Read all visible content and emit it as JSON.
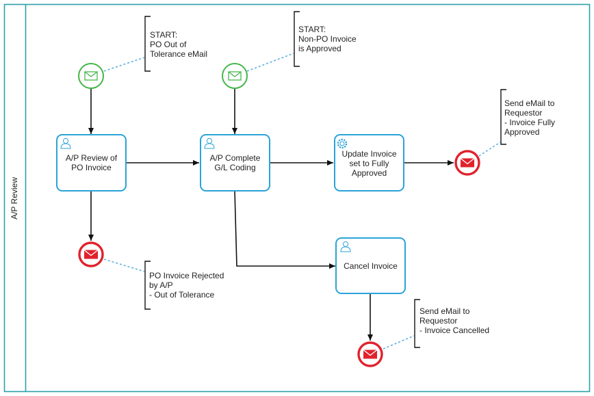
{
  "pool": {
    "lane_label": "A/P Review"
  },
  "tasks": [
    {
      "id": "review",
      "label": "A/P Review of\nPO Invoice",
      "icon": "user-icon"
    },
    {
      "id": "coding",
      "label": "A/P Complete\nG/L Coding",
      "icon": "user-icon"
    },
    {
      "id": "update",
      "label": "Update Invoice\nset to Fully\nApproved",
      "icon": "gear-icon"
    },
    {
      "id": "cancel",
      "label": "Cancel Invoice",
      "icon": "user-icon"
    }
  ],
  "events": [
    {
      "id": "start1",
      "type": "message-start",
      "icon": "envelope-icon"
    },
    {
      "id": "start2",
      "type": "message-start",
      "icon": "envelope-icon"
    },
    {
      "id": "end_approved",
      "type": "message-end",
      "icon": "envelope-icon"
    },
    {
      "id": "end_rejected",
      "type": "message-end",
      "icon": "envelope-icon"
    },
    {
      "id": "end_cancelled",
      "type": "message-end",
      "icon": "envelope-icon"
    }
  ],
  "annotations": [
    {
      "id": "a1",
      "text": "START:\nPO Out of\nTolerance eMail"
    },
    {
      "id": "a2",
      "text": "START:\nNon-PO Invoice\nis Approved"
    },
    {
      "id": "a3",
      "text": "Send eMail to\nRequestor\n- Invoice Fully\nApproved"
    },
    {
      "id": "a4",
      "text": "PO Invoice Rejected\nby A/P\n- Out of Tolerance"
    },
    {
      "id": "a5",
      "text": "Send eMail to\nRequestor\n- Invoice Cancelled"
    }
  ],
  "colors": {
    "pool_border": "#2aa0a8",
    "task_border": "#2aa3d8",
    "task_fill": "#ffffff",
    "start_event": "#44b649",
    "end_event": "#e0222c",
    "association": "#5aaee0",
    "flow": "#111111"
  }
}
